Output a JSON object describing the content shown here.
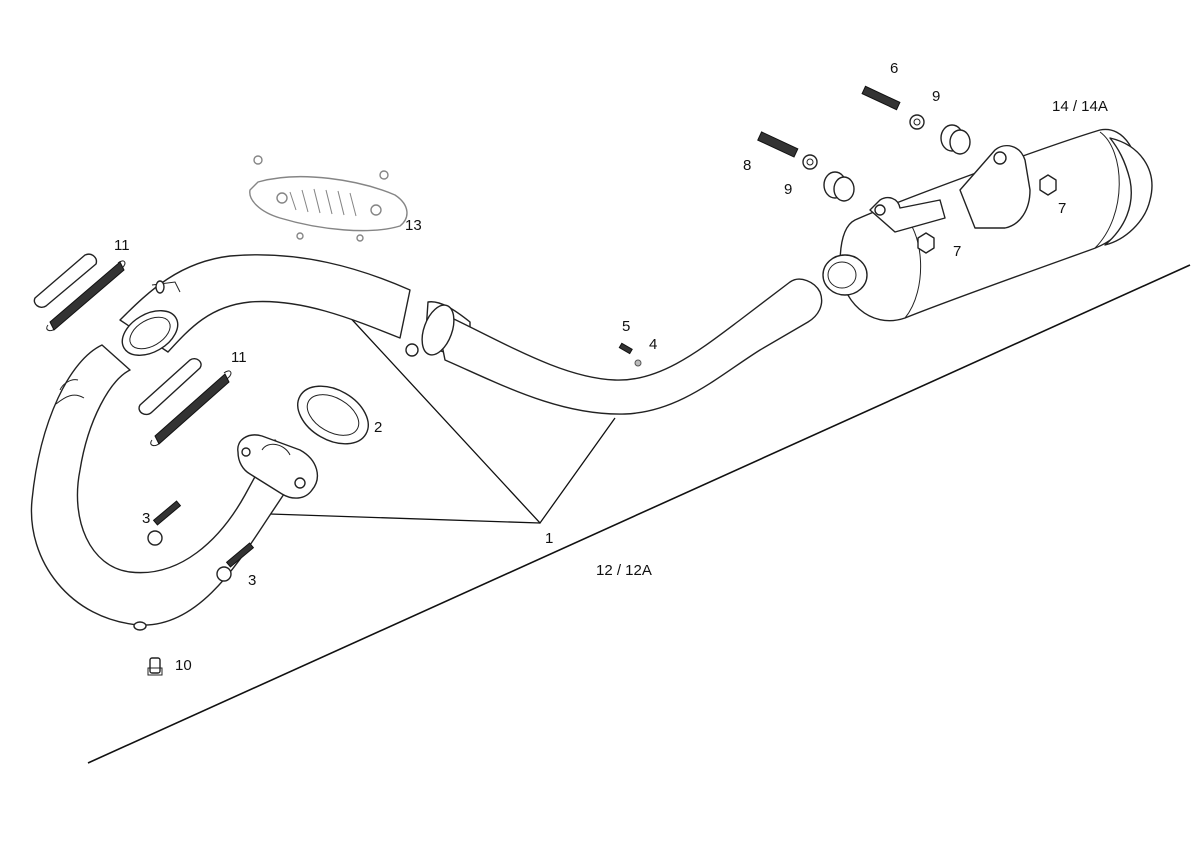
{
  "labels": {
    "part_1": "1",
    "part_2": "2",
    "part_3a": "3",
    "part_3b": "3",
    "part_4": "4",
    "part_5": "5",
    "part_6": "6",
    "part_7a": "7",
    "part_7b": "7",
    "part_8": "8",
    "part_9a": "9",
    "part_9b": "9",
    "part_10": "10",
    "part_11a": "11",
    "part_11b": "11",
    "part_12": "12 / 12A",
    "part_13": "13",
    "part_14": "14 / 14A"
  }
}
